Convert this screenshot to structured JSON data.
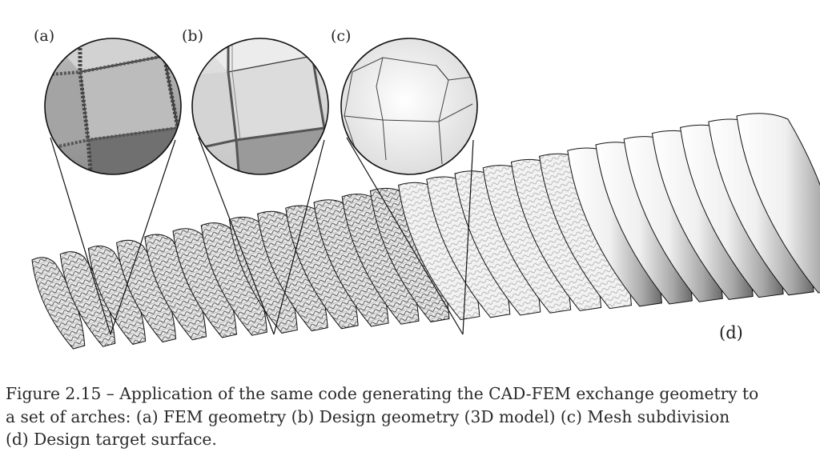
{
  "figure": {
    "panel_labels": {
      "a": "(a)",
      "b": "(b)",
      "c": "(c)",
      "d": "(d)"
    },
    "panels": {
      "a": "FEM geometry",
      "b": "Design geometry (3D model)",
      "c": "Mesh subdivision",
      "d": "Design target surface"
    },
    "arch_count": 26,
    "colors": {
      "mesh_line": "#3a3a3a",
      "surface_light": "#f4f4f4",
      "surface_dark": "#9a9a9a",
      "outline": "#111111"
    }
  },
  "caption": {
    "lines": [
      "Figure 2.15 – Application of the same code generating the CAD-FEM exchange geometry to",
      "a set of arches: (a) FEM geometry (b) Design geometry (3D model) (c) Mesh subdivision",
      "(d) Design target surface."
    ]
  }
}
